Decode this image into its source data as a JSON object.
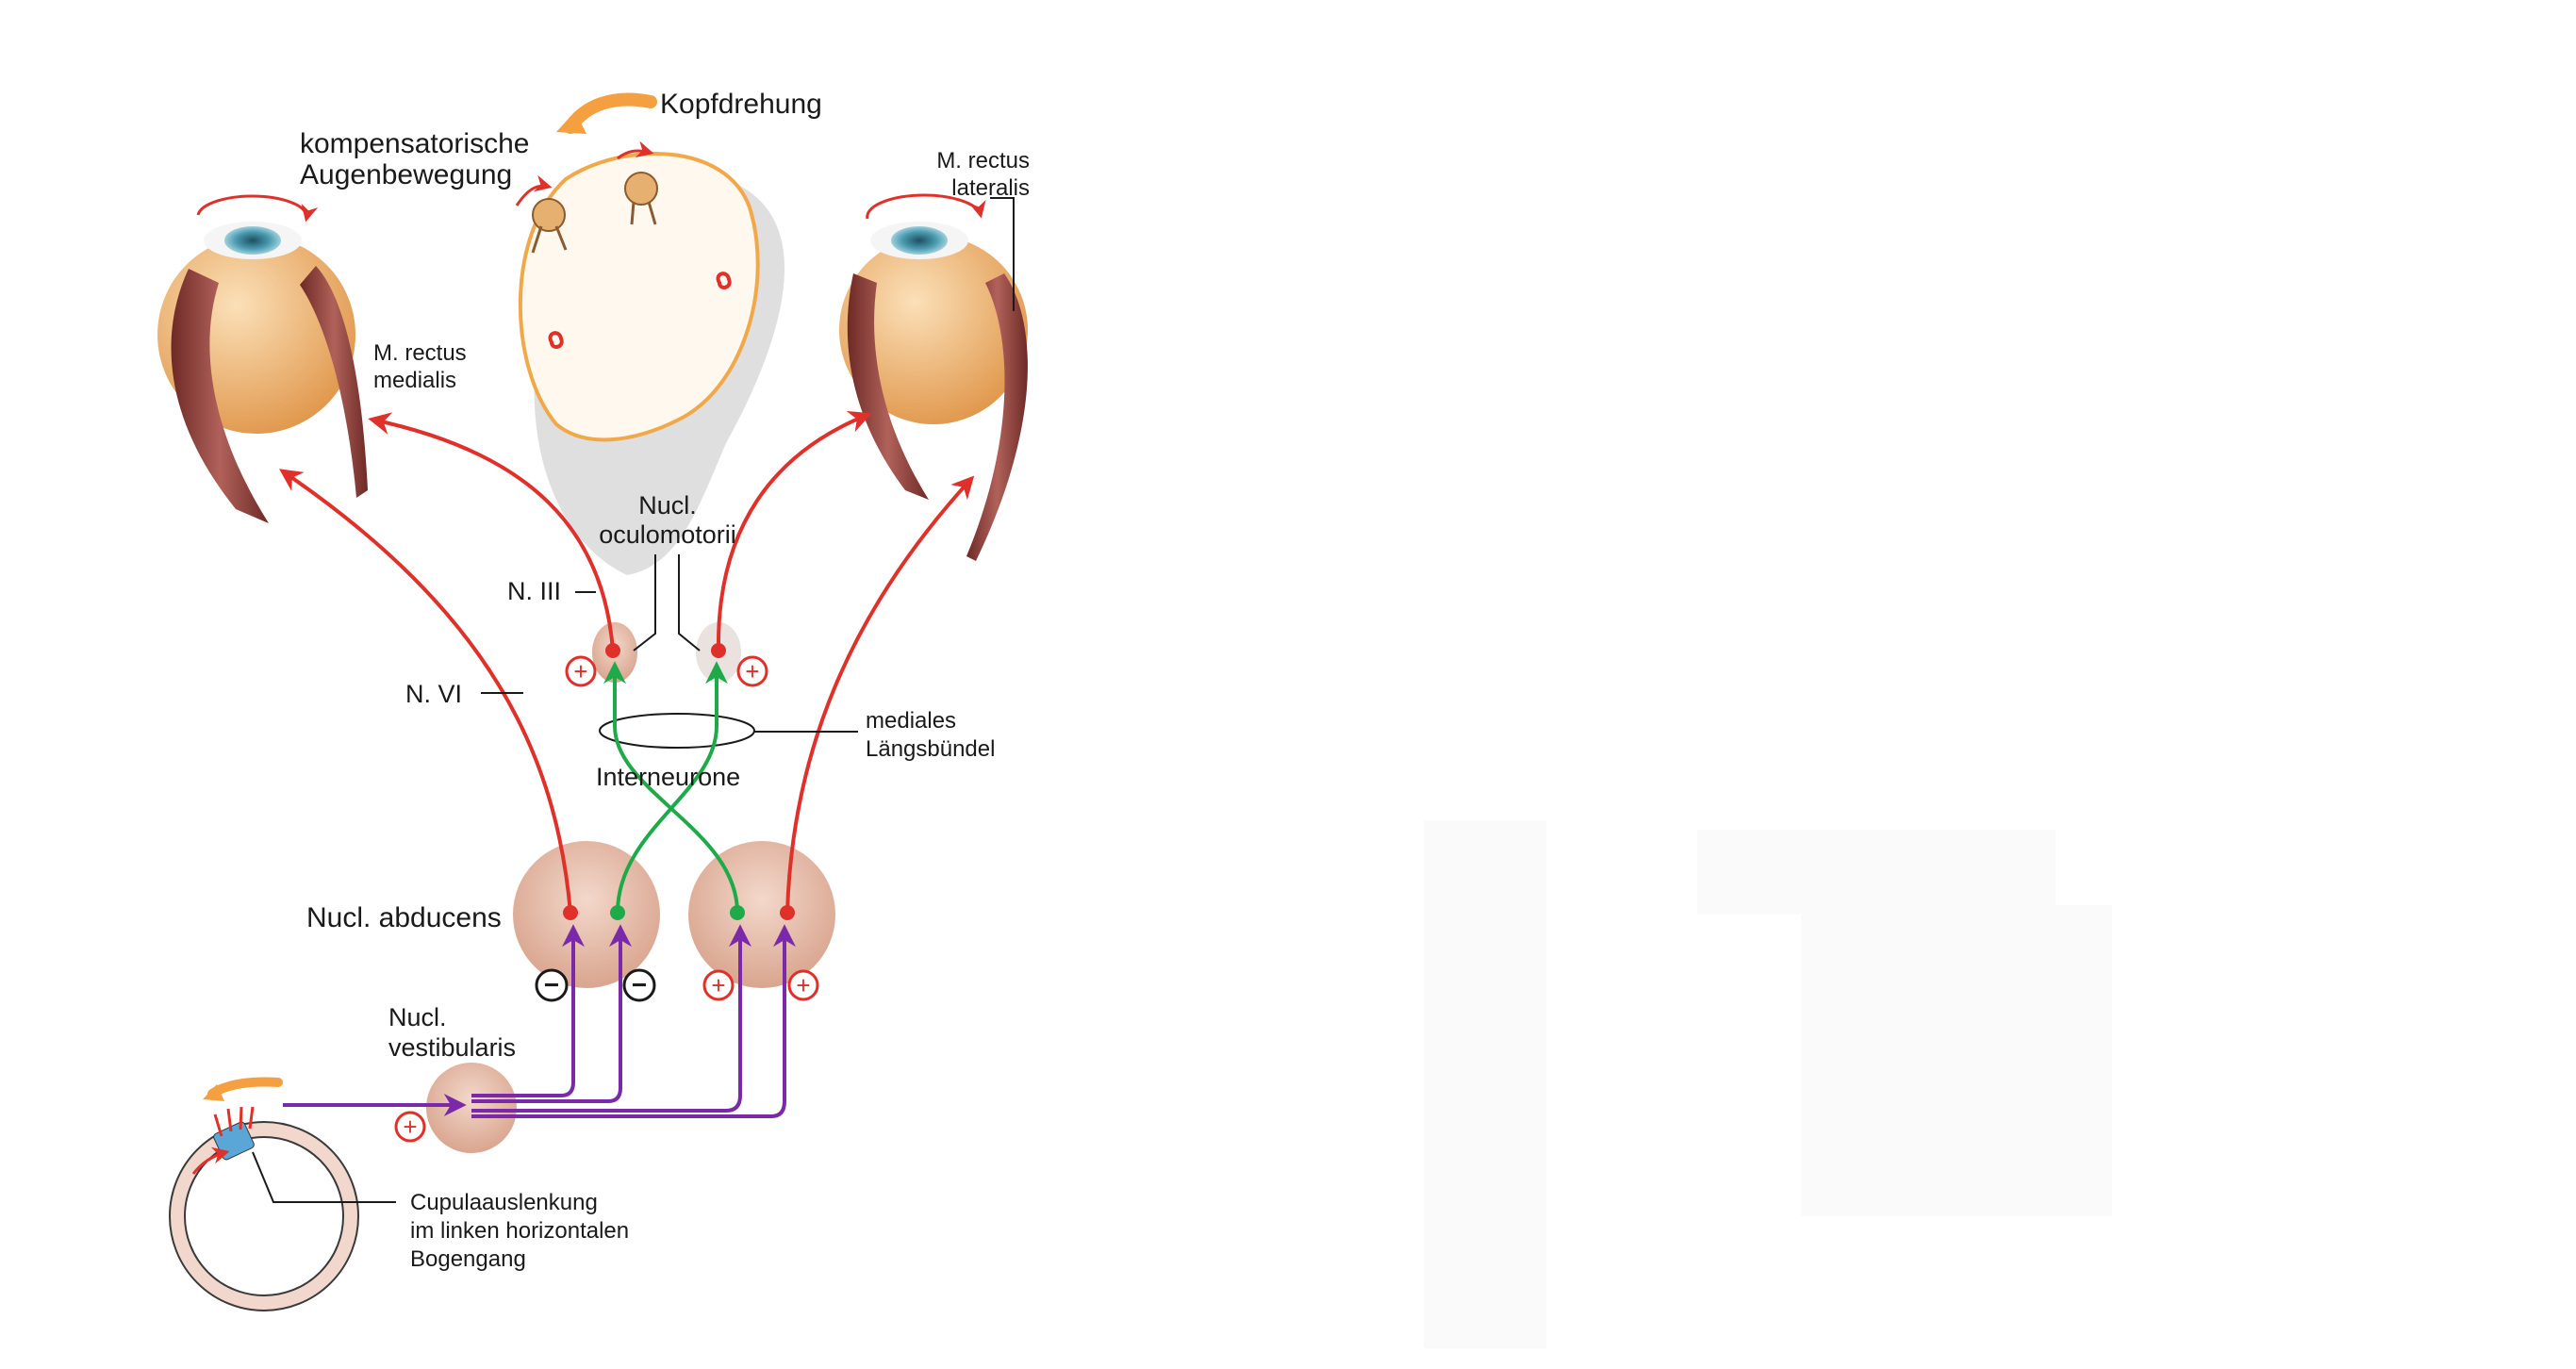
{
  "diagram": {
    "labels": {
      "head_rotation": "Kopfdrehung",
      "compensatory_1": "kompensatorische",
      "compensatory_2": "Augenbewegung",
      "rectus_lateralis_1": "M. rectus",
      "rectus_lateralis_2": "lateralis",
      "rectus_medialis_1": "M. rectus",
      "rectus_medialis_2": "medialis",
      "nucl_oculomotorii_1": "Nucl.",
      "nucl_oculomotorii_2": "oculomotorii",
      "n_iii": "N. III",
      "n_vi": "N. VI",
      "mlf_1": "mediales",
      "mlf_2": "Längsbündel",
      "interneurone": "Interneurone",
      "nucl_abducens": "Nucl. abducens",
      "nucl_vestibularis_1": "Nucl.",
      "nucl_vestibularis_2": "vestibularis",
      "cupula_1": "Cupulaauslenkung",
      "cupula_2": "im linken horizontalen",
      "cupula_3": "Bogengang"
    },
    "signs": {
      "excitatory": "+",
      "inhibitory": "−"
    },
    "colors": {
      "excitatory_pathway": "#e0302a",
      "interneuron_pathway": "#1faa4a",
      "vestibular_pathway": "#7a2aa8",
      "nucleus_fill": "#e8c2b0",
      "eyeball": "#f0b878",
      "muscle": "#8a3a34",
      "iris": "#4a9ab0",
      "head_rotation_arrow": "#f5a040"
    }
  }
}
